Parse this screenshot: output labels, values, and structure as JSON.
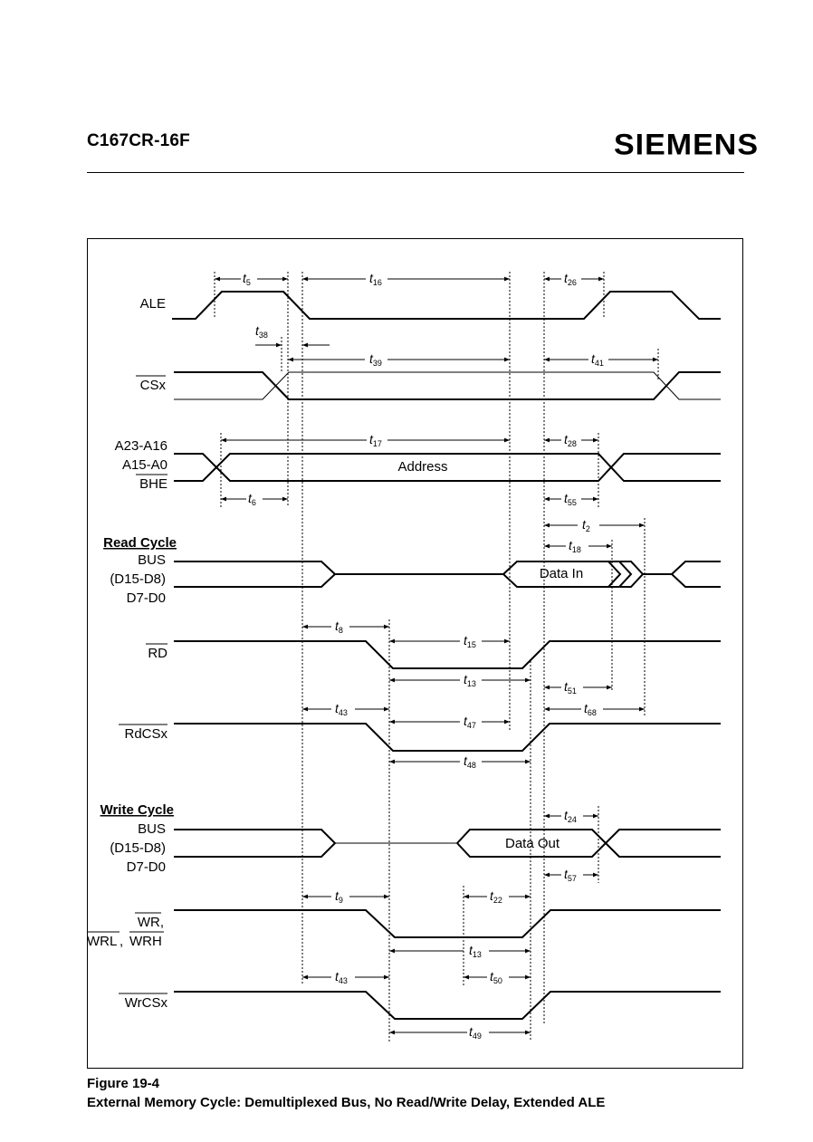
{
  "header": {
    "doc_title": "C167CR-16F",
    "brand": "SIEMENS"
  },
  "signals": {
    "ale": "ALE",
    "csx": "CSx",
    "a23": "A23-A16",
    "a15": "A15-A0",
    "bhe": "BHE",
    "read_cycle": "Read Cycle",
    "bus_r": "BUS",
    "d15_r": "(D15-D8)",
    "d7_r": "D7-D0",
    "rd": "RD",
    "rdcsx": "RdCSx",
    "write_cycle": "Write Cycle",
    "bus_w": "BUS",
    "d15_w": "(D15-D8)",
    "d7_w": "D7-D0",
    "wr": "WR,",
    "wrl": "WRL",
    "wrh": "WRH",
    "wrcsx": "WrCSx"
  },
  "boxes": {
    "address": "Address",
    "data_in": "Data In",
    "data_out": "Data Out"
  },
  "timing_labels": {
    "t5": "5",
    "t16": "16",
    "t26": "26",
    "t38": "38",
    "t39": "39",
    "t41": "41",
    "t17": "17",
    "t28": "28",
    "t6": "6",
    "t55": "55",
    "t2": "2",
    "t18": "18",
    "t8": "8",
    "t15": "15",
    "t13_r": "13",
    "t51": "51",
    "t43_r": "43",
    "t47": "47",
    "t68": "68",
    "t48": "48",
    "t24": "24",
    "t57": "57",
    "t9": "9",
    "t22": "22",
    "t13_w": "13",
    "t43_w": "43",
    "t50": "50",
    "t49": "49"
  },
  "caption": {
    "number": "Figure 19-4",
    "text": "External Memory Cycle: Demultiplexed Bus, No Read/Write Delay, Extended ALE"
  }
}
